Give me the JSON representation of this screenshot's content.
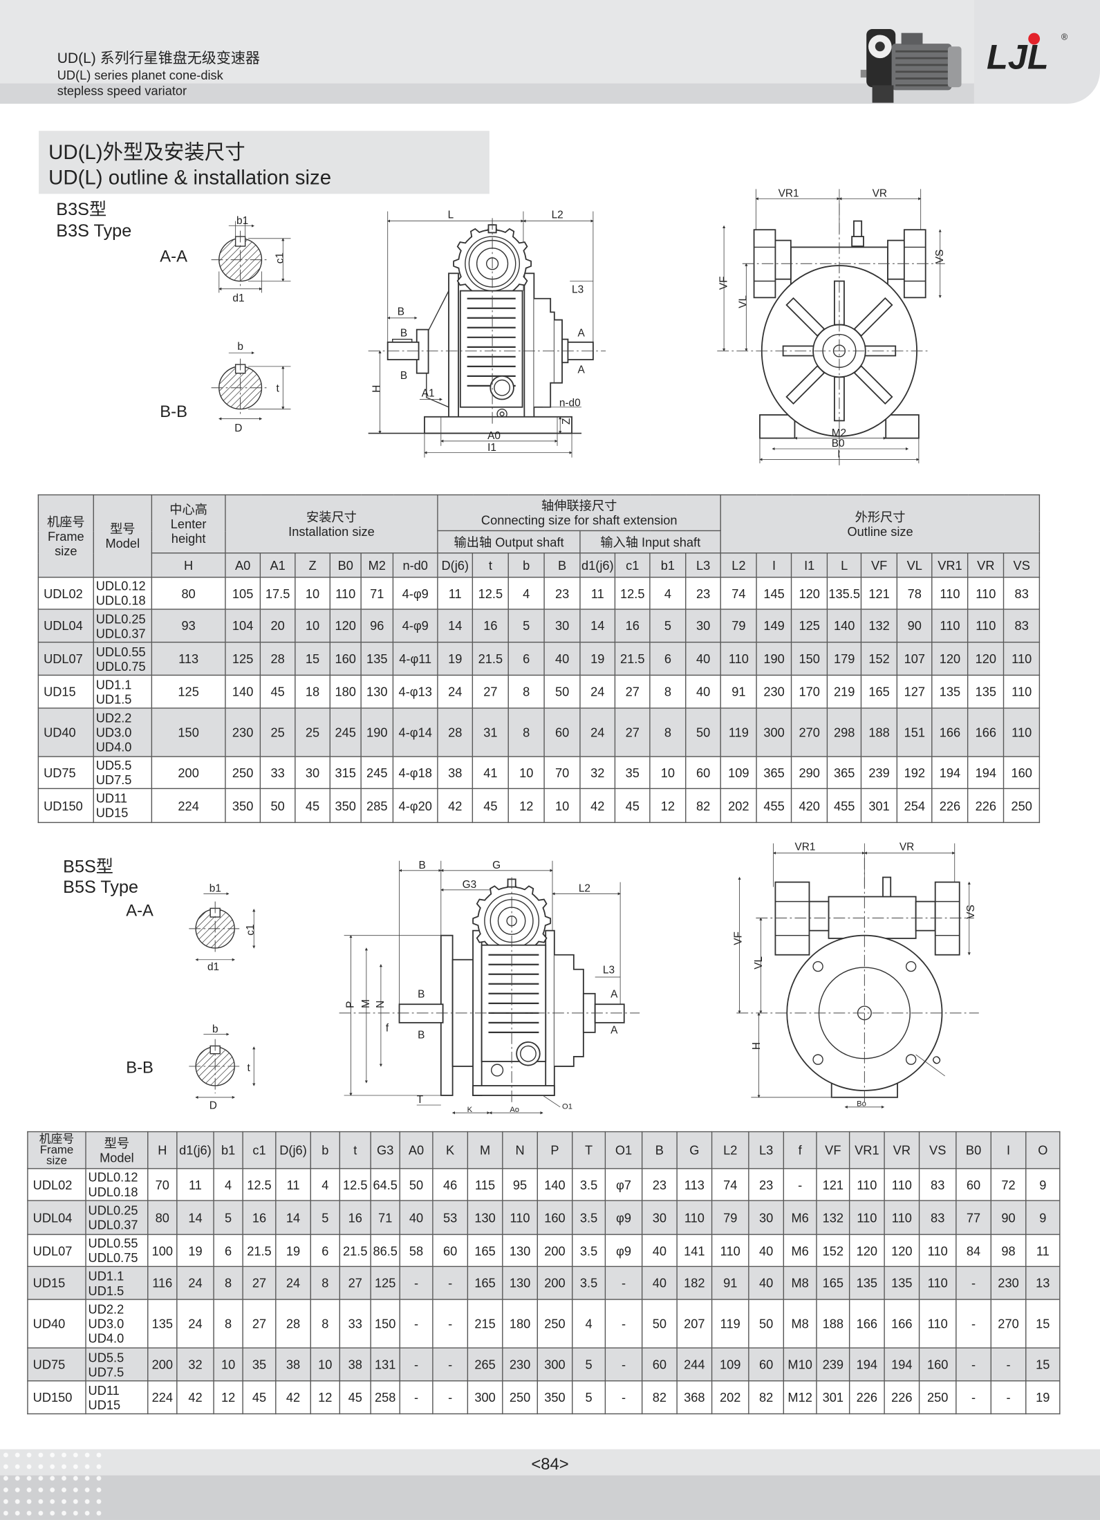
{
  "header": {
    "title_cn": "UD(L) 系列行星锥盘无级变速器",
    "title_en_line1": "UD(L) series planet cone-disk",
    "title_en_line2": "stepless speed variator"
  },
  "logo": {
    "text": "LJL",
    "registered": "®",
    "brand_color": "#1d5fb8",
    "accent_color": "#e3222a"
  },
  "section": {
    "title_cn": "UD(L)外型及安装尺寸",
    "title_en": "UD(L) outline & installation size"
  },
  "b3s": {
    "type_cn": "B3S型",
    "type_en": "B3S Type",
    "section_aa": "A-A",
    "section_bb": "B-B",
    "key_aa": {
      "b1": "b1",
      "c1": "c1",
      "d1": "d1"
    },
    "key_bb": {
      "b": "b",
      "t": "t",
      "D": "D"
    },
    "front": {
      "L": "L",
      "L2": "L2",
      "L3": "L3",
      "B": "B",
      "B_mark1": "B",
      "B_mark2": "B",
      "A_mark1": "A",
      "A_mark2": "A",
      "A1": "A1",
      "H": "H",
      "A0": "A0",
      "I1": "I1",
      "nd0": "n-d0",
      "Z": "Z"
    },
    "side": {
      "VR1": "VR1",
      "VR": "VR",
      "VF": "VF",
      "VL": "VL",
      "VS": "VS",
      "M2": "M2",
      "B0": "B0",
      "I": "I"
    }
  },
  "table1": {
    "frame_cn": "机座号",
    "frame_en1": "Frame",
    "frame_en2": "size",
    "model_cn": "型号",
    "model_en": "Model",
    "height_cn": "中心高",
    "height_en1": "Lenter",
    "height_en2": "height",
    "install_cn": "安装尺寸",
    "install_en": "Installation size",
    "connect_cn": "轴伸联接尺寸",
    "connect_en": "Connecting size for shaft extension",
    "output_shaft": "输出轴 Output shaft",
    "input_shaft": "输入轴 Input shaft",
    "outline_cn": "外形尺寸",
    "outline_en": "Outline size",
    "columns": [
      "H",
      "A0",
      "A1",
      "Z",
      "B0",
      "M2",
      "n-d0",
      "D(j6)",
      "t",
      "b",
      "B",
      "d1(j6)",
      "c1",
      "b1",
      "L3",
      "L2",
      "I",
      "I1",
      "L",
      "VF",
      "VL",
      "VR1",
      "VR",
      "VS"
    ],
    "rows": [
      {
        "frame": "UDL02",
        "models": [
          "UDL0.12",
          "UDL0.18"
        ],
        "values": [
          "80",
          "105",
          "17.5",
          "10",
          "110",
          "71",
          "4-φ9",
          "11",
          "12.5",
          "4",
          "23",
          "11",
          "12.5",
          "4",
          "23",
          "74",
          "145",
          "120",
          "135.5",
          "121",
          "78",
          "110",
          "110",
          "83"
        ]
      },
      {
        "frame": "UDL04",
        "models": [
          "UDL0.25",
          "UDL0.37"
        ],
        "values": [
          "93",
          "104",
          "20",
          "10",
          "120",
          "96",
          "4-φ9",
          "14",
          "16",
          "5",
          "30",
          "14",
          "16",
          "5",
          "30",
          "79",
          "149",
          "125",
          "140",
          "132",
          "90",
          "110",
          "110",
          "83"
        ]
      },
      {
        "frame": "UDL07",
        "models": [
          "UDL0.55",
          "UDL0.75"
        ],
        "values": [
          "113",
          "125",
          "28",
          "15",
          "160",
          "135",
          "4-φ11",
          "19",
          "21.5",
          "6",
          "40",
          "19",
          "21.5",
          "6",
          "40",
          "110",
          "190",
          "150",
          "179",
          "152",
          "107",
          "120",
          "120",
          "110"
        ]
      },
      {
        "frame": "UD15",
        "models": [
          "UD1.1",
          "UD1.5"
        ],
        "values": [
          "125",
          "140",
          "45",
          "18",
          "180",
          "130",
          "4-φ13",
          "24",
          "27",
          "8",
          "50",
          "24",
          "27",
          "8",
          "40",
          "91",
          "230",
          "170",
          "219",
          "165",
          "127",
          "135",
          "135",
          "110"
        ]
      },
      {
        "frame": "UD40",
        "models": [
          "UD2.2",
          "UD3.0",
          "UD4.0"
        ],
        "values": [
          "150",
          "230",
          "25",
          "25",
          "245",
          "190",
          "4-φ14",
          "28",
          "31",
          "8",
          "60",
          "24",
          "27",
          "8",
          "50",
          "119",
          "300",
          "270",
          "298",
          "188",
          "151",
          "166",
          "166",
          "110"
        ]
      },
      {
        "frame": "UD75",
        "models": [
          "UD5.5",
          "UD7.5"
        ],
        "values": [
          "200",
          "250",
          "33",
          "30",
          "315",
          "245",
          "4-φ18",
          "38",
          "41",
          "10",
          "70",
          "32",
          "35",
          "10",
          "60",
          "109",
          "365",
          "290",
          "365",
          "239",
          "192",
          "194",
          "194",
          "160"
        ]
      },
      {
        "frame": "UD150",
        "models": [
          "UD11",
          "UD15"
        ],
        "values": [
          "224",
          "350",
          "50",
          "45",
          "350",
          "285",
          "4-φ20",
          "42",
          "45",
          "12",
          "10",
          "42",
          "45",
          "12",
          "82",
          "202",
          "455",
          "420",
          "455",
          "301",
          "254",
          "226",
          "226",
          "250"
        ]
      }
    ]
  },
  "b5s": {
    "type_cn": "B5S型",
    "type_en": "B5S Type",
    "section_aa": "A-A",
    "section_bb": "B-B",
    "key_aa": {
      "b1": "b1",
      "c1": "c1",
      "d1": "d1"
    },
    "key_bb": {
      "b": "b",
      "t": "t",
      "D": "D"
    },
    "front": {
      "B": "B",
      "G": "G",
      "G3": "G3",
      "L2": "L2",
      "L3": "L3",
      "P": "P",
      "M": "M",
      "N": "N",
      "f": "f",
      "B_mark1": "B",
      "B_mark2": "B",
      "A_mark1": "A",
      "A_mark2": "A",
      "T": "T",
      "K": "K",
      "Ao": "Ao",
      "O1": "O1"
    },
    "side": {
      "VR1": "VR1",
      "VR": "VR",
      "VF": "VF",
      "VL": "VL",
      "VS": "VS",
      "H": "H",
      "O": "O",
      "Bo": "Bo"
    }
  },
  "table2": {
    "frame_cn": "机座号",
    "frame_en1": "Frame",
    "frame_en2": "size",
    "model_cn": "型号",
    "model_en": "Model",
    "columns": [
      "H",
      "d1(j6)",
      "b1",
      "c1",
      "D(j6)",
      "b",
      "t",
      "G3",
      "A0",
      "K",
      "M",
      "N",
      "P",
      "T",
      "O1",
      "B",
      "G",
      "L2",
      "L3",
      "f",
      "VF",
      "VR1",
      "VR",
      "VS",
      "B0",
      "I",
      "O"
    ],
    "rows": [
      {
        "frame": "UDL02",
        "models": [
          "UDL0.12",
          "UDL0.18"
        ],
        "values": [
          "70",
          "11",
          "4",
          "12.5",
          "11",
          "4",
          "12.5",
          "64.5",
          "50",
          "46",
          "115",
          "95",
          "140",
          "3.5",
          "φ7",
          "23",
          "113",
          "74",
          "23",
          "-",
          "121",
          "110",
          "110",
          "83",
          "60",
          "72",
          "9"
        ]
      },
      {
        "frame": "UDL04",
        "models": [
          "UDL0.25",
          "UDL0.37"
        ],
        "values": [
          "80",
          "14",
          "5",
          "16",
          "14",
          "5",
          "16",
          "71",
          "40",
          "53",
          "130",
          "110",
          "160",
          "3.5",
          "φ9",
          "30",
          "110",
          "79",
          "30",
          "M6",
          "132",
          "110",
          "110",
          "83",
          "77",
          "90",
          "9"
        ]
      },
      {
        "frame": "UDL07",
        "models": [
          "UDL0.55",
          "UDL0.75"
        ],
        "values": [
          "100",
          "19",
          "6",
          "21.5",
          "19",
          "6",
          "21.5",
          "86.5",
          "58",
          "60",
          "165",
          "130",
          "200",
          "3.5",
          "φ9",
          "40",
          "141",
          "110",
          "40",
          "M6",
          "152",
          "120",
          "120",
          "110",
          "84",
          "98",
          "11"
        ]
      },
      {
        "frame": "UD15",
        "models": [
          "UD1.1",
          "UD1.5"
        ],
        "values": [
          "116",
          "24",
          "8",
          "27",
          "24",
          "8",
          "27",
          "125",
          "-",
          "-",
          "165",
          "130",
          "200",
          "3.5",
          "-",
          "40",
          "182",
          "91",
          "40",
          "M8",
          "165",
          "135",
          "135",
          "110",
          "-",
          "230",
          "13"
        ]
      },
      {
        "frame": "UD40",
        "models": [
          "UD2.2",
          "UD3.0",
          "UD4.0"
        ],
        "values": [
          "135",
          "24",
          "8",
          "27",
          "28",
          "8",
          "33",
          "150",
          "-",
          "-",
          "215",
          "180",
          "250",
          "4",
          "-",
          "50",
          "207",
          "119",
          "50",
          "M8",
          "188",
          "166",
          "166",
          "110",
          "-",
          "270",
          "15"
        ]
      },
      {
        "frame": "UD75",
        "models": [
          "UD5.5",
          "UD7.5"
        ],
        "values": [
          "200",
          "32",
          "10",
          "35",
          "38",
          "10",
          "38",
          "131",
          "-",
          "-",
          "265",
          "230",
          "300",
          "5",
          "-",
          "60",
          "244",
          "109",
          "60",
          "M10",
          "239",
          "194",
          "194",
          "160",
          "-",
          "-",
          "15"
        ]
      },
      {
        "frame": "UD150",
        "models": [
          "UD11",
          "UD15"
        ],
        "values": [
          "224",
          "42",
          "12",
          "45",
          "42",
          "12",
          "45",
          "258",
          "-",
          "-",
          "300",
          "250",
          "350",
          "5",
          "-",
          "82",
          "368",
          "202",
          "82",
          "M12",
          "301",
          "226",
          "226",
          "250",
          "-",
          "-",
          "19"
        ]
      }
    ]
  },
  "footer": {
    "page": "<84>"
  }
}
